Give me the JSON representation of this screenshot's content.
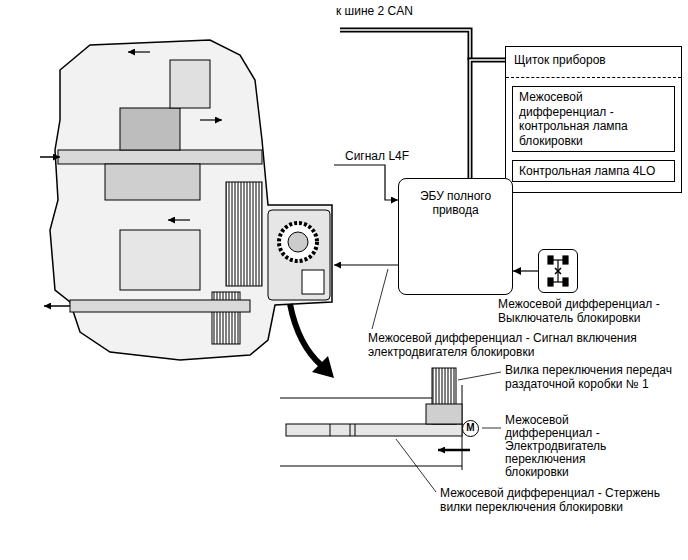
{
  "diagram": {
    "nodes": [
      {
        "text": [
          "Щиток приборов"
        ]
      },
      {
        "text": [
          "Межосевой дифференциал - контрольная лампа блокировки"
        ],
        "in": 0
      },
      {
        "text": [
          "Контрольная лампа 4LO"
        ],
        "in": 0
      },
      {
        "text": [
          "ЭБУ полного привода"
        ]
      },
      {
        "text": [
          "Межосевой дифференциал - Выключатель блокировки"
        ]
      },
      {
        "text": [
          "M"
        ]
      }
    ],
    "edges": [
      {
        "from": 3,
        "to": 0,
        "arrow": "none"
      },
      {
        "from": 4,
        "to": 3,
        "arrow": "to"
      }
    ],
    "labels": [
      "к шине 2 CAN",
      "Сигнал L4F",
      "Межосевой дифференциал -  Сигнал включения электродвигателя блокировки",
      "Вилка переключения передач раздаточной коробки № 1",
      "Межосевой дифференциал - Электродвигатель переключения блокировки",
      "Межосевой дифференциал -  Стержень вилки переключения блокировки"
    ]
  }
}
